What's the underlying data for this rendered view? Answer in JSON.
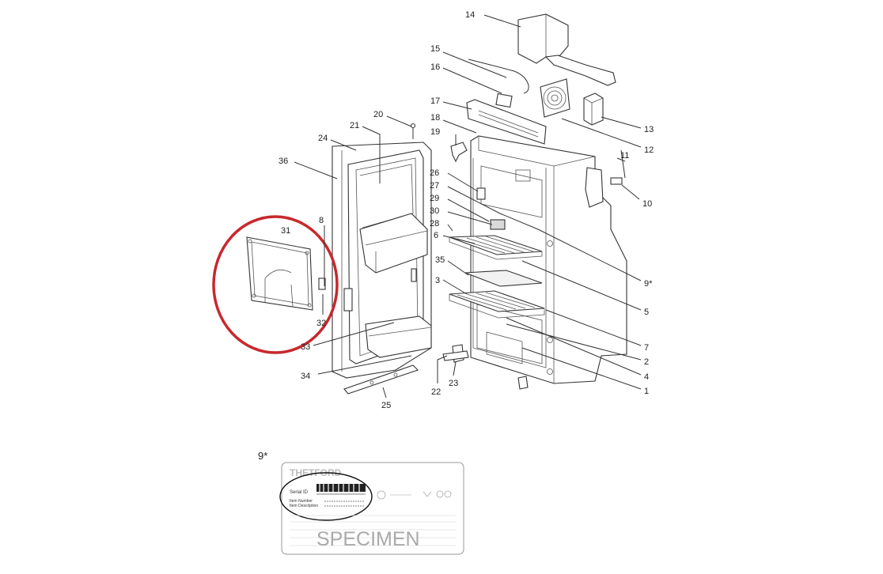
{
  "callouts": [
    {
      "id": "14",
      "label": "14"
    },
    {
      "id": "15",
      "label": "15"
    },
    {
      "id": "16",
      "label": "16"
    },
    {
      "id": "17",
      "label": "17"
    },
    {
      "id": "18",
      "label": "18"
    },
    {
      "id": "19",
      "label": "19"
    },
    {
      "id": "20",
      "label": "20"
    },
    {
      "id": "21",
      "label": "21"
    },
    {
      "id": "24",
      "label": "24"
    },
    {
      "id": "36",
      "label": "36"
    },
    {
      "id": "13",
      "label": "13"
    },
    {
      "id": "12",
      "label": "12"
    },
    {
      "id": "11",
      "label": "11"
    },
    {
      "id": "10",
      "label": "10"
    },
    {
      "id": "26",
      "label": "26"
    },
    {
      "id": "27",
      "label": "27"
    },
    {
      "id": "29",
      "label": "29"
    },
    {
      "id": "30",
      "label": "30"
    },
    {
      "id": "28",
      "label": "28"
    },
    {
      "id": "6",
      "label": "6"
    },
    {
      "id": "8",
      "label": "8"
    },
    {
      "id": "31",
      "label": "31"
    },
    {
      "id": "35",
      "label": "35"
    },
    {
      "id": "9s",
      "label": "9*"
    },
    {
      "id": "3",
      "label": "3"
    },
    {
      "id": "5",
      "label": "5"
    },
    {
      "id": "32",
      "label": "32"
    },
    {
      "id": "33",
      "label": "33"
    },
    {
      "id": "7",
      "label": "7"
    },
    {
      "id": "2",
      "label": "2"
    },
    {
      "id": "34",
      "label": "34"
    },
    {
      "id": "4",
      "label": "4"
    },
    {
      "id": "1",
      "label": "1"
    },
    {
      "id": "22",
      "label": "22"
    },
    {
      "id": "23",
      "label": "23"
    },
    {
      "id": "25",
      "label": "25"
    }
  ],
  "plate": {
    "callout": "9*",
    "brand": "THETFORD",
    "serial_label": "Serial ID",
    "item_number_label": "Item Number",
    "item_description_label": "Item Description",
    "specimen": "SPECIMEN"
  },
  "colors": {
    "highlight_ring": "#c8282d",
    "line": "#333333",
    "plate_border": "#999999"
  }
}
